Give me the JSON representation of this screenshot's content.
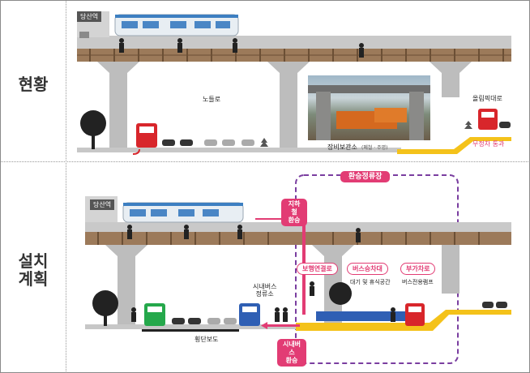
{
  "row_labels": {
    "current": "현황",
    "plan_line1": "설치",
    "plan_line2": "계획"
  },
  "top": {
    "station": "당산역",
    "road_label": "노들로",
    "depot_label": "장비보관소",
    "depot_note": "(폐철 · 주명)",
    "olympic_label": "올림픽대로",
    "no_parking_label": "무정차 통과"
  },
  "bottom": {
    "station": "당산역",
    "transfer_title": "환승정류장",
    "subway_tag_line1": "지하철",
    "subway_tag_line2": "환승",
    "walkway_tag": "보행연결로",
    "bus_wait_tag": "버스승차대",
    "lane_tag": "부가차로",
    "bus_wait_caption": "대기 및 휴식공간",
    "bus_ramp_caption": "버스전용램프",
    "city_bus_stop_line1": "시내버스",
    "city_bus_stop_line2": "정류소",
    "crosswalk_label": "횡단보도",
    "city_bus_tag_line1": "시내버스",
    "city_bus_tag_line2": "환승"
  },
  "colors": {
    "accent": "#e23c74",
    "purple": "#7a3ea0",
    "yellow": "#f4c21a",
    "bus_red": "#d8262b",
    "bus_green": "#25a84b",
    "bus_blue": "#2f5fb4"
  }
}
